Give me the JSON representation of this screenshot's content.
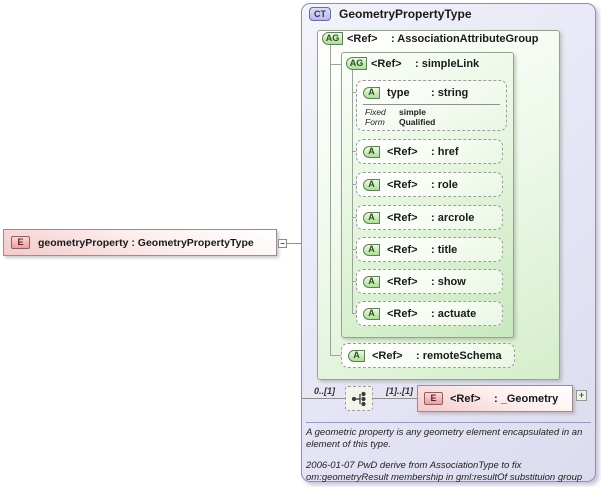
{
  "element_box": {
    "badge": "E",
    "label": "geometryProperty : GeometryPropertyType"
  },
  "connector": {
    "collapse_glyph": "−",
    "expand_glyph": "+"
  },
  "complex_type": {
    "badge": "CT",
    "title": "GeometryPropertyType",
    "association_attribute_group": {
      "badge": "AG",
      "ref": "<Ref>",
      "name": ": AssociationAttributeGroup"
    },
    "simple_link": {
      "badge": "AG",
      "ref": "<Ref>",
      "name": ": simpleLink"
    },
    "type_attribute": {
      "badge": "A",
      "name": "type",
      "type": ": string",
      "facts": [
        {
          "label": "Fixed",
          "value": "simple"
        },
        {
          "label": "Form",
          "value": "Qualified"
        }
      ]
    },
    "attributes": [
      {
        "badge": "A",
        "ref": "<Ref>",
        "name": ": href"
      },
      {
        "badge": "A",
        "ref": "<Ref>",
        "name": ": role"
      },
      {
        "badge": "A",
        "ref": "<Ref>",
        "name": ": arcrole"
      },
      {
        "badge": "A",
        "ref": "<Ref>",
        "name": ": title"
      },
      {
        "badge": "A",
        "ref": "<Ref>",
        "name": ": show"
      },
      {
        "badge": "A",
        "ref": "<Ref>",
        "name": ": actuate"
      }
    ],
    "remote_schema": {
      "badge": "A",
      "ref": "<Ref>",
      "name": ": remoteSchema"
    },
    "sequence": {
      "left_cardinality": "0..[1]",
      "right_cardinality": "[1]..[1]"
    },
    "geometry_child": {
      "badge": "E",
      "ref": "<Ref>",
      "name": ": _Geometry"
    },
    "annotations": {
      "doc": "A geometric property is any geometry element encapsulated in an element of this type.",
      "revision": "2006-01-07 PwD derive from AssociationType to fix om:geometryResult membership in gml:resultOf substituion group"
    }
  },
  "colors": {
    "element_pink": "#f3caca",
    "group_green": "#cde9c2",
    "type_lavender": "#e7e7f6",
    "line_gray": "#9aa59a"
  }
}
